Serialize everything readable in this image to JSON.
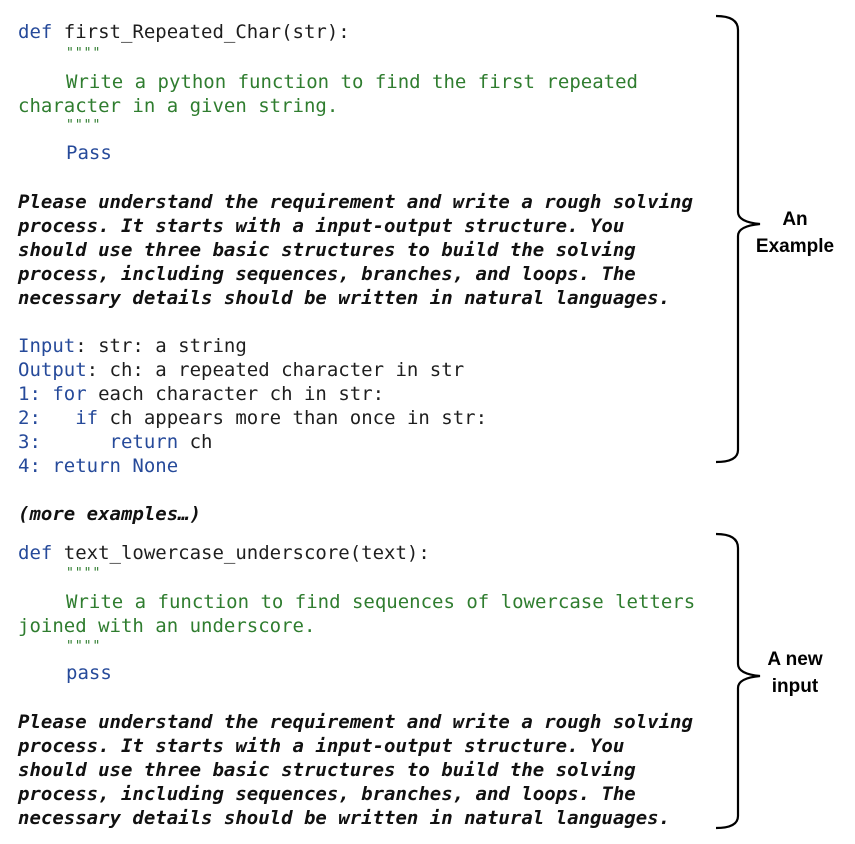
{
  "example": {
    "def_kw": "def",
    "signature": " first_Repeated_Char(str):",
    "docquote": "\"\"\"\"",
    "doc_line1": "Write a python function to find the first repeated",
    "doc_line2": "character in a given string.",
    "pass": "Pass",
    "instruction": [
      "Please understand the requirement and write a rough solving",
      "process. It starts with a input-output structure. You",
      "should use three basic structures to build the solving",
      "process, including sequences, branches, and loops. The",
      "necessary details should be written in natural languages."
    ],
    "input_kw": "Input",
    "input_rest": ": str: a string",
    "output_kw": "Output",
    "output_rest": ": ch: a repeated character in str",
    "step1_num": "1: ",
    "step1_kw": "for",
    "step1_rest": " each character ch in str:",
    "step2_num": "2:   ",
    "step2_kw": "if",
    "step2_rest": " ch appears more than once in str:",
    "step3_num": "3:      ",
    "step3_kw": "return",
    "step3_rest": " ch",
    "step4_num": "4: ",
    "step4_kw": "return None"
  },
  "more_examples": "(more examples…)",
  "new_input": {
    "def_kw": "def",
    "signature": " text_lowercase_underscore(text):",
    "docquote": "\"\"\"\"",
    "doc_line1": "Write a function to find sequences of lowercase letters",
    "doc_line2": "joined with an underscore.",
    "pass": "pass",
    "instruction": [
      "Please understand the requirement and write a rough solving",
      "process. It starts with a input-output structure. You",
      "should use three basic structures to build the solving",
      "process, including sequences, branches, and loops. The",
      "necessary details should be written in natural languages."
    ]
  },
  "labels": {
    "example_line1": "An",
    "example_line2": "Example",
    "new_line1": "A new",
    "new_line2": "input"
  },
  "colors": {
    "keyword": "#264a9a",
    "docstring": "#2f7d2f",
    "text": "#1e1e1e"
  }
}
